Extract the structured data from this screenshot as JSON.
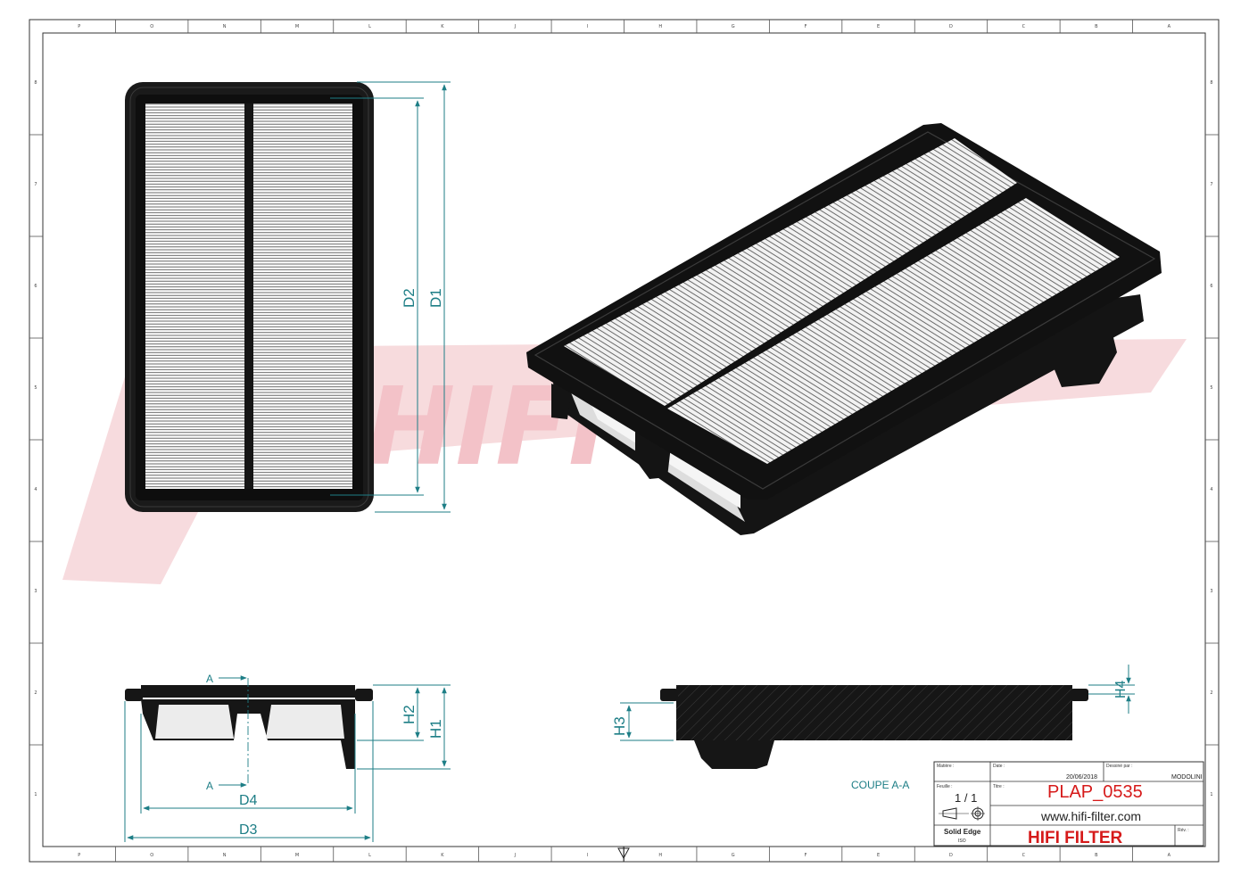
{
  "border": {
    "top_letters": [
      "P",
      "O",
      "N",
      "M",
      "L",
      "K",
      "J",
      "I",
      "H",
      "G",
      "F",
      "E",
      "D",
      "C",
      "B",
      "A"
    ],
    "bottom_letters": [
      "P",
      "O",
      "N",
      "M",
      "L",
      "K",
      "J",
      "I",
      "H",
      "G",
      "F",
      "E",
      "D",
      "C",
      "B",
      "A"
    ],
    "side_numbers": [
      "8",
      "7",
      "6",
      "5",
      "4",
      "3",
      "2",
      "1"
    ]
  },
  "watermark": {
    "text": "HIFI"
  },
  "dimensions": {
    "d1": "D1",
    "d2": "D2",
    "d3": "D3",
    "d4": "D4",
    "h1": "H1",
    "h2": "H2",
    "h3": "H3",
    "h4": "H4",
    "section_mark": "A"
  },
  "section_caption": "COUPE A-A",
  "title_block": {
    "matiere_label": "Matière :",
    "date_label": "Date :",
    "date_value": "20/06/2018",
    "dessine_label": "Dessiné par :",
    "dessine_value": "MODOLINI",
    "feuille_label": "Feuille :",
    "feuille_value": "1 / 1",
    "titre_label": "Titre :",
    "part_number": "PLAP_0535",
    "website": "www.hifi-filter.com",
    "software": "Solid Edge",
    "software_sub": "ISO",
    "company": "HIFI FILTER",
    "rev_label": "Rév. :"
  },
  "colors": {
    "dimension": "#1d7e86",
    "title_red": "#d61a1a",
    "frame_dark": "#151515",
    "watermark": "#f3c9cd"
  }
}
